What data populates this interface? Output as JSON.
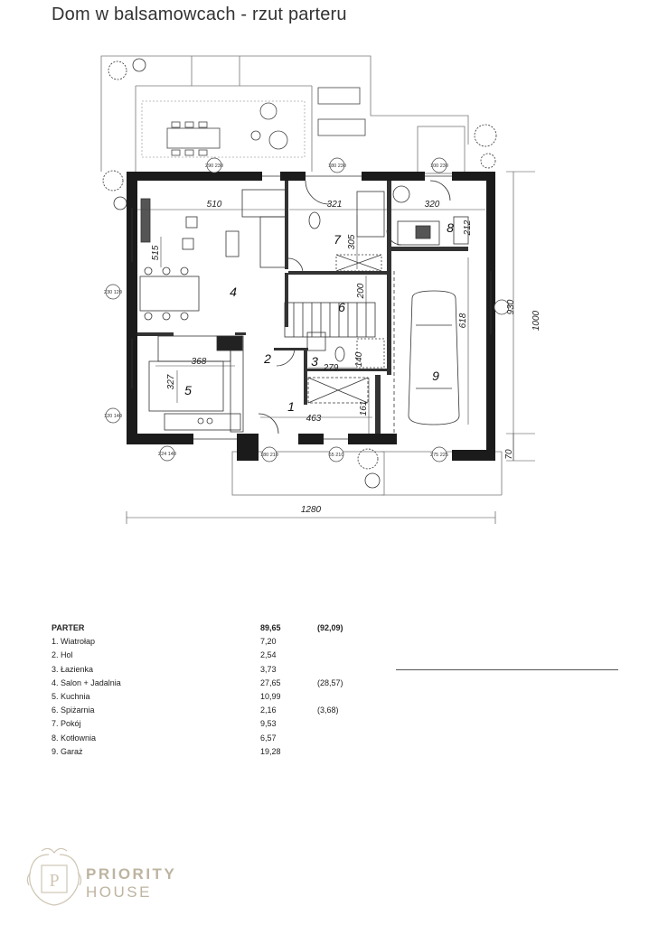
{
  "title": "Dom w balsamowcach - rzut parteru",
  "plan": {
    "rooms": [
      {
        "num": "1"
      },
      {
        "num": "2"
      },
      {
        "num": "3"
      },
      {
        "num": "4"
      },
      {
        "num": "5"
      },
      {
        "num": "6"
      },
      {
        "num": "7"
      },
      {
        "num": "8"
      },
      {
        "num": "9"
      }
    ],
    "dims": [
      "510",
      "321",
      "320",
      "212",
      "305",
      "515",
      "200",
      "618",
      "368",
      "279",
      "140",
      "327",
      "463",
      "161",
      "1280",
      "1000",
      "930",
      "70"
    ],
    "openings": [
      "290 230",
      "180 230",
      "100 230",
      "230 120",
      "120 140",
      "224 140",
      "180 210",
      "65 210",
      "275 225"
    ]
  },
  "table": {
    "header": {
      "name": "PARTER",
      "area": "89,65",
      "alt": "(92,09)"
    },
    "rows": [
      {
        "name": "1. Wiatrołap",
        "area": "7,20",
        "alt": ""
      },
      {
        "name": "2. Hol",
        "area": "2,54",
        "alt": ""
      },
      {
        "name": "3. Łazienka",
        "area": "3,73",
        "alt": ""
      },
      {
        "name": "4. Salon + Jadalnia",
        "area": "27,65",
        "alt": "(28,57)"
      },
      {
        "name": "5. Kuchnia",
        "area": "10,99",
        "alt": ""
      },
      {
        "name": "6. Spiżarnia",
        "area": "2,16",
        "alt": "(3,68)"
      },
      {
        "name": "7. Pokój",
        "area": "9,53",
        "alt": ""
      },
      {
        "name": "8. Kotłownia",
        "area": "6,57",
        "alt": ""
      },
      {
        "name": "9. Garaż",
        "area": "19,28",
        "alt": ""
      }
    ]
  },
  "logo": {
    "line1": "PRIORITY",
    "line2": "HOUSE",
    "monogram": "P",
    "color": "#bdb4a1"
  }
}
